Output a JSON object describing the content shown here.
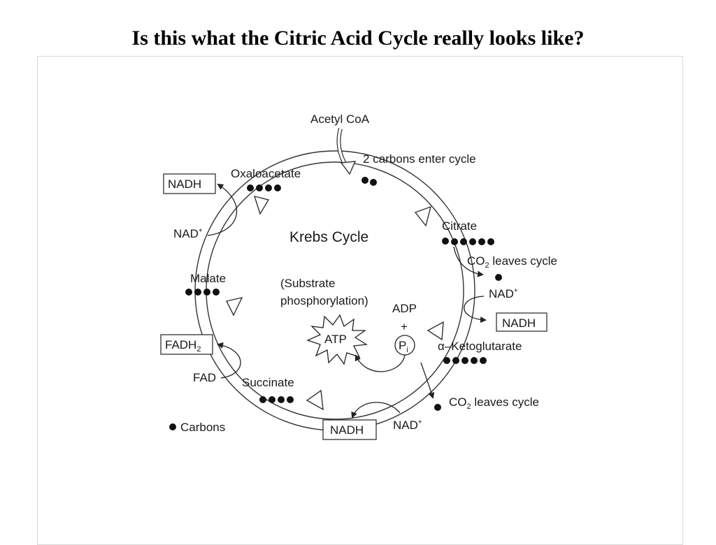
{
  "title": "Is this what the Citric Acid Cycle really looks like?",
  "diagram": {
    "center_label": "Krebs Cycle",
    "substrate_line1": "(Substrate",
    "substrate_line2": "phosphorylation)",
    "atp": "ATP",
    "adp": "ADP",
    "plus": "+",
    "pi_main": "P",
    "pi_sub": "i",
    "acetyl_coa": "Acetyl CoA",
    "carbons_enter": "2  carbons enter cycle",
    "citrate": "Citrate",
    "co2_prefix": "CO",
    "co2_sub": "2",
    "leaves_cycle": " leaves cycle",
    "nad_main": "NAD",
    "nad_sup": "+",
    "nadh": "NADH",
    "alpha": "α",
    "ketoglutarate": "–Ketoglutarate",
    "succinate": "Succinate",
    "fadh_main": "FADH",
    "fadh_sub": "2",
    "fad": "FAD",
    "malate": "Malate",
    "oxaloacetate": "Oxaloacetate",
    "legend_carbons": "Carbons",
    "carbon_counts": {
      "entering": 2,
      "oxaloacetate": 4,
      "citrate": 6,
      "co2_first": 1,
      "alpha_ketoglutarate": 5,
      "co2_second": 1,
      "succinate": 4,
      "malate": 4
    }
  }
}
